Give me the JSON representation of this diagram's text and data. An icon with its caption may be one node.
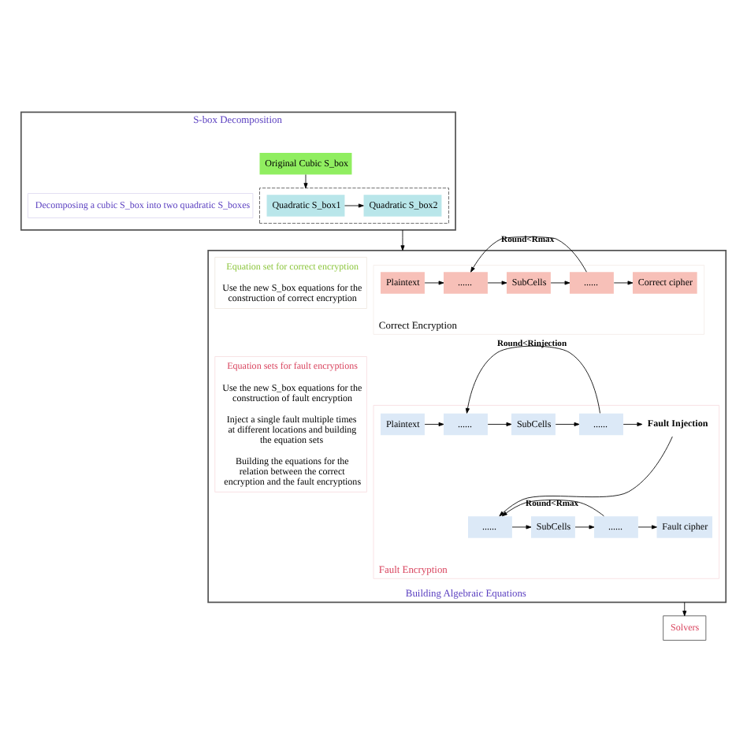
{
  "diagram": {
    "nodes": [
      {
        "text": [
          "S-box Decomposition"
        ]
      },
      {
        "text": [
          "Original Cubic S_box"
        ],
        "in": 0
      },
      {
        "text": [],
        "shape": "box",
        "in": 0
      },
      {
        "text": [
          "Quadratic S_box1"
        ],
        "in": 2
      },
      {
        "text": [
          "Quadratic S_box2"
        ],
        "in": 2
      },
      {
        "text": [
          "Decomposing a cubic S_box into two quadratic S_boxes"
        ],
        "in": 0
      },
      {
        "text": [
          "Building Algebraic Equations"
        ]
      },
      {
        "text": [
          "Correct Encryption"
        ],
        "in": 6
      },
      {
        "text": [
          "Plaintext"
        ],
        "in": 7
      },
      {
        "text": [
          "......"
        ],
        "in": 7
      },
      {
        "text": [
          "SubCells"
        ],
        "in": 7
      },
      {
        "text": [
          "......"
        ],
        "in": 7
      },
      {
        "text": [
          "Correct cipher"
        ],
        "in": 7
      },
      {
        "text": [
          "Equation set for correct encryption",
          "Use the new S_box equations for the construction of correct encryption"
        ],
        "in": 6
      },
      {
        "text": [
          "Fault Encryption"
        ],
        "in": 6
      },
      {
        "text": [
          "Plaintext"
        ],
        "in": 14
      },
      {
        "text": [
          "......"
        ],
        "in": 14
      },
      {
        "text": [
          "SubCells"
        ],
        "in": 14
      },
      {
        "text": [
          "......"
        ],
        "in": 14
      },
      {
        "text": [
          "Fault Injection"
        ],
        "in": 14
      },
      {
        "text": [
          "......"
        ],
        "in": 14
      },
      {
        "text": [
          "SubCells"
        ],
        "in": 14
      },
      {
        "text": [
          "......"
        ],
        "in": 14
      },
      {
        "text": [
          "Fault cipher"
        ],
        "in": 14
      },
      {
        "text": [
          "Equation sets for fault encryptions",
          "Use the new S_box equations for the construction of fault encryption",
          "Inject a single fault multiple times at different locations and building the equation sets",
          "Building the equations for the relation between the correct encryption and the fault encryptions"
        ],
        "in": 6
      },
      {
        "text": [
          "Solvers"
        ]
      }
    ],
    "edges": [
      {
        "from": 1,
        "to": 2,
        "arrow": "to"
      },
      {
        "from": 3,
        "to": 4,
        "arrow": "to"
      },
      {
        "from": 0,
        "to": 6,
        "arrow": "to"
      },
      {
        "from": 8,
        "to": 9,
        "arrow": "to"
      },
      {
        "from": 9,
        "to": 10,
        "arrow": "to"
      },
      {
        "from": 10,
        "to": 11,
        "arrow": "to"
      },
      {
        "from": 11,
        "to": 12,
        "arrow": "to"
      },
      {
        "from": 11,
        "to": 9,
        "arrow": "to",
        "label": "Round<Rmax"
      },
      {
        "from": 15,
        "to": 16,
        "arrow": "to"
      },
      {
        "from": 16,
        "to": 17,
        "arrow": "to"
      },
      {
        "from": 17,
        "to": 18,
        "arrow": "to"
      },
      {
        "from": 18,
        "to": 19,
        "arrow": "to"
      },
      {
        "from": 18,
        "to": 16,
        "arrow": "to",
        "label": "Round<Rinjection"
      },
      {
        "from": 19,
        "to": 20,
        "arrow": "to"
      },
      {
        "from": 20,
        "to": 21,
        "arrow": "to"
      },
      {
        "from": 21,
        "to": 22,
        "arrow": "to"
      },
      {
        "from": 22,
        "to": 23,
        "arrow": "to"
      },
      {
        "from": 22,
        "to": 20,
        "arrow": "to",
        "label": "Round<Rmax"
      },
      {
        "from": 6,
        "to": 25,
        "arrow": "to"
      }
    ]
  }
}
